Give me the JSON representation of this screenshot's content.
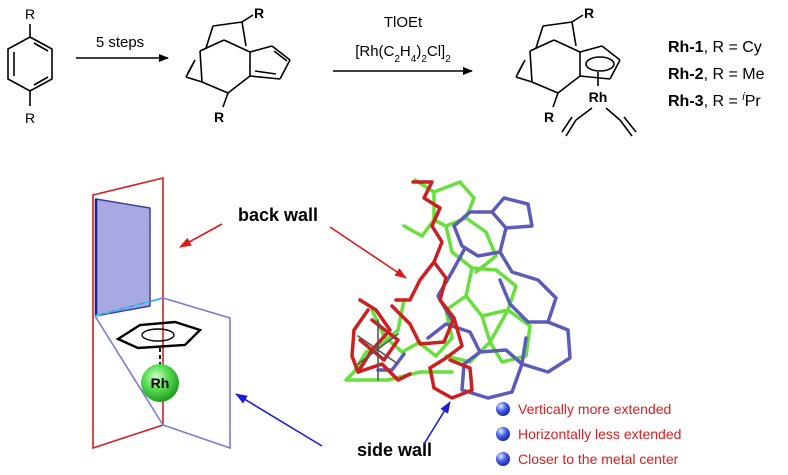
{
  "scheme": {
    "substituent_label": "R",
    "step1_label": "5 steps",
    "reagent_line1": "TlOEt",
    "reagent_line2": "[Rh(C2H4)2Cl]2",
    "rh_atom": "Rh",
    "compounds": [
      {
        "name": "Rh-1",
        "rest": ", R = Cy"
      },
      {
        "name": "Rh-2",
        "rest": ", R = Me"
      },
      {
        "name": "Rh-3",
        "rest": ", R = iPr"
      }
    ]
  },
  "model": {
    "rh_label": "Rh",
    "back_wall_label": "back wall",
    "side_wall_label": "side wall"
  },
  "legend": {
    "items": [
      "Vertically more extended",
      "Horizontally less extended",
      "Closer to the metal center"
    ],
    "text_color": "#d81e1e",
    "bullet_color": "#3b4fd6"
  },
  "colors": {
    "red_wall": "#d42020",
    "blue_wall": "#5a5ad2",
    "structure_green": "#66e03a",
    "structure_blue": "#5c5cb8",
    "structure_red": "#cc1f1f",
    "rh_sphere": "#3cd43c"
  }
}
